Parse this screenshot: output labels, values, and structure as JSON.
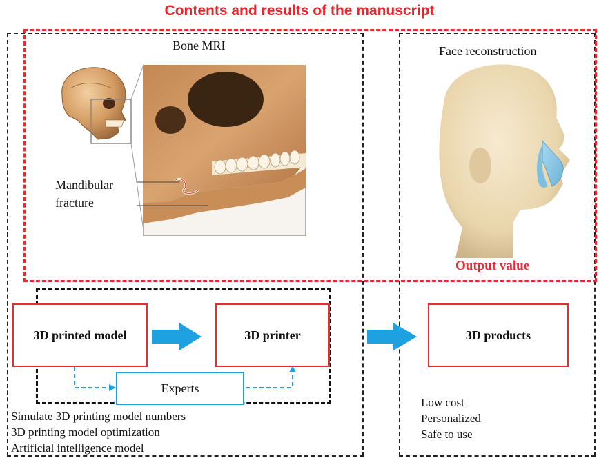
{
  "header": {
    "title": "Contents and results of the manuscript"
  },
  "mri_panel": {
    "title": "Bone MRI",
    "fracture_label_line1": "Mandibular",
    "fracture_label_line2": "fracture"
  },
  "face_panel": {
    "title": "Face reconstruction",
    "output_label": "Output value"
  },
  "workflow": {
    "model_box": "3D printed model",
    "printer_box": "3D printer",
    "experts_box": "Experts",
    "products_box": "3D products"
  },
  "left_notes": [
    "Simulate 3D printing model numbers",
    "3D printing model optimization",
    "Artificial intelligence model"
  ],
  "right_notes": [
    "Low cost",
    "Personalized",
    "Safe to use"
  ],
  "colors": {
    "title_red": "#e8252b",
    "accent_red": "#ea2a2f",
    "arrow_blue": "#1da1e0",
    "nose_blue": "#8cc8e6",
    "skin": "#f0dfb8"
  }
}
